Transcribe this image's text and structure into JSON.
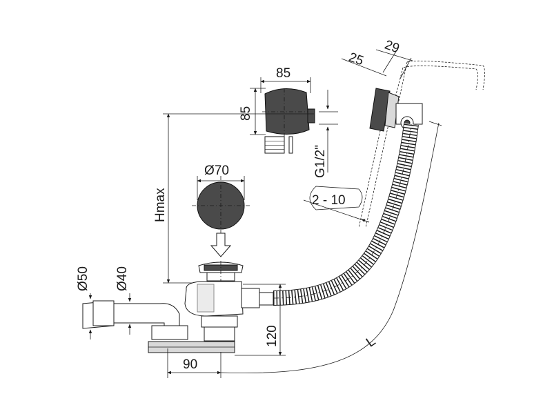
{
  "diagram": {
    "labels": {
      "top_width": "85",
      "top_height": "85",
      "thread": "G1/2\"",
      "cap_diameter": "Ø70",
      "hmax": "Hmax",
      "outlet_50": "Ø50",
      "outlet_40": "Ø40",
      "base_offset": "90",
      "trap_height": "120",
      "length": "L",
      "wall_range": "2 - 10",
      "dim_25": "25",
      "dim_29": "29"
    },
    "colors": {
      "line": "#1a1a1a",
      "dark_fill": "#4a4a4a",
      "light_fill": "#d9d9d9"
    },
    "icons": {
      "down_arrow": "down-arrow-icon"
    }
  }
}
